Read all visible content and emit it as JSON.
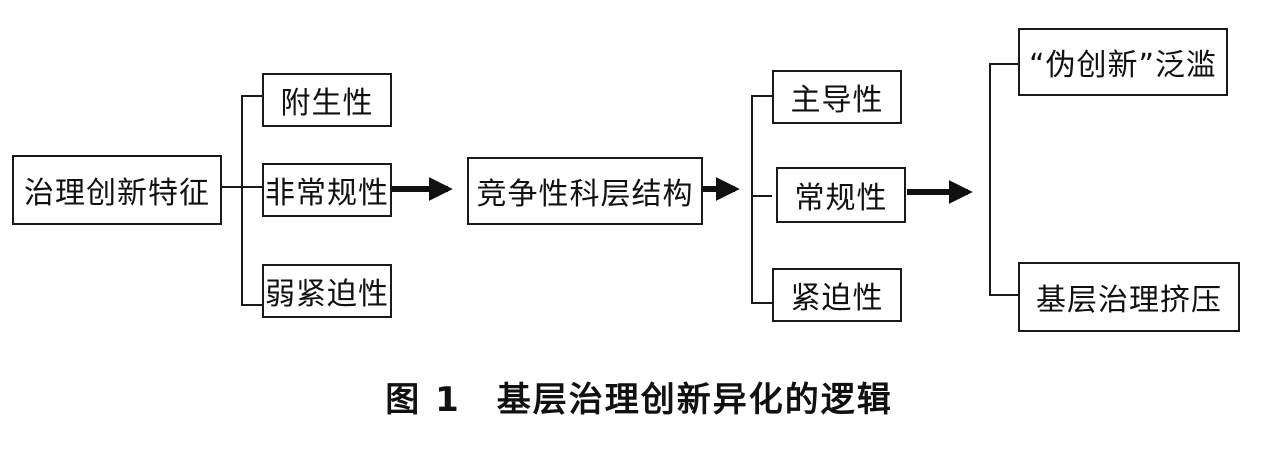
{
  "diagram": {
    "source": {
      "label": "治理创新特征"
    },
    "traits": [
      {
        "label": "附生性"
      },
      {
        "label": "非常规性"
      },
      {
        "label": "弱紧迫性"
      }
    ],
    "structure": {
      "label": "竞争性科层结构"
    },
    "attributes": [
      {
        "label": "主导性"
      },
      {
        "label": "常规性"
      },
      {
        "label": "紧迫性"
      }
    ],
    "outcomes": [
      {
        "label": "“伪创新”泛滥"
      },
      {
        "label": "基层治理挤压"
      }
    ]
  },
  "caption": "图 1　基层治理创新异化的逻辑"
}
